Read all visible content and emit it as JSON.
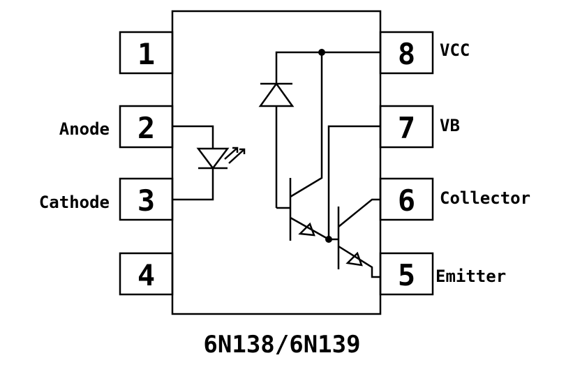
{
  "title": "6N138/6N139",
  "pins": [
    {
      "number": "1",
      "label": ""
    },
    {
      "number": "2",
      "label": "Anode"
    },
    {
      "number": "3",
      "label": "Cathode"
    },
    {
      "number": "4",
      "label": ""
    },
    {
      "number": "5",
      "label": "Emitter"
    },
    {
      "number": "6",
      "label": "Collector"
    },
    {
      "number": "7",
      "label": "VB"
    },
    {
      "number": "8",
      "label": "VCC"
    }
  ]
}
